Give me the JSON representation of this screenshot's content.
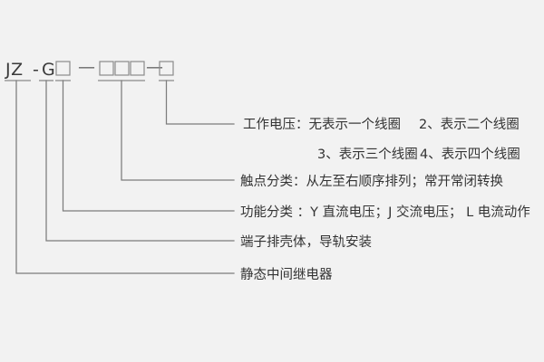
{
  "diagram": {
    "background_color": "#f2f2f2",
    "line_color": "#7d7d7d",
    "text_color": "#333333",
    "model_code": {
      "prefix": "JZ",
      "hyphen": "-",
      "series": "G",
      "dash_1": "—",
      "dash_2": "—",
      "full": "JZ-G□—□□□—□"
    },
    "callouts": [
      {
        "id": "working-voltage",
        "line_1": "工作电压：无表示一个线圈",
        "line_1_extra": "2、表示二个线圈",
        "line_2": "3、表示三个线圈",
        "line_2_extra": "4、表示四个线圈"
      },
      {
        "id": "contact-classification",
        "text": "触点分类：从左至右顺序排列；常开常闭转换"
      },
      {
        "id": "function-classification",
        "text": "功能分类 ：Y 直流电压；J 交流电压； L 电流动作"
      },
      {
        "id": "housing",
        "text": "端子排壳体，导轨安装"
      },
      {
        "id": "product-type",
        "text": "静态中间继电器"
      }
    ]
  }
}
